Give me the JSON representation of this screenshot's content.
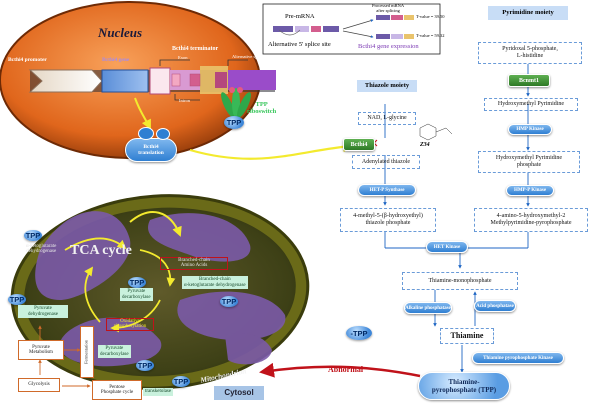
{
  "tpp": "TPP",
  "nucleus": {
    "label": "Nucleus",
    "promoter": "Bcthi4 promoter",
    "gene": "Bcthi4 gene",
    "terminator": "Bcthi4 terminator",
    "exon": "Exon",
    "intron": "Intron",
    "alt_splicing": "Alternative splicing",
    "riboswitch_1": "TPP",
    "riboswitch_2": "riboswitch",
    "translation_1": "Bcthi4",
    "translation_2": "translation"
  },
  "splicing": {
    "pre_mrna": "Pre-mRNA",
    "alt_5_site": "Alternative 5' splice site",
    "processed_1": "Processed mRNA",
    "processed_2": "after splicing",
    "t_value_1": "T-value = 39.50",
    "t_value_2": "T-value = 59.32",
    "gene_expression": "Bcthi4 gene expression"
  },
  "thiazole": {
    "header": "Thiazole moiety",
    "substrate": "NAD, L-glycine",
    "enzyme_thi4": "Bcthi4",
    "inhibitor": "Z34",
    "adenylated": "Adenylated thiazole",
    "enzyme_synthase": "HET-P Synthase",
    "product_1": "4-methyl-5-(β-hydroxyethyl)",
    "product_2": "thiazole phosphate"
  },
  "pyrimidine": {
    "header": "Pyrimidine moiety",
    "substrate_1": "Pyridoxal 5-phosphate,",
    "substrate_2": "L-histidine",
    "enzyme_nmt1": "Bcnmt1",
    "hmp": "Hydroxymethyl Pyrimidine",
    "enzyme_hmp_kinase": "HMP Kinase",
    "hmp_p_1": "Hydroxymethyl Pyrimidine",
    "hmp_p_2": "phosphate",
    "enzyme_hmp_p_kinase": "HMP-P Kinase",
    "product_1": "4-amino-5-hydroxymethyl-2",
    "product_2": "Methylpyrimidine-pyrophosphate"
  },
  "merge": {
    "enzyme_het_kinase": "HET Kinase",
    "tmp": "Thiamine-monophosphate",
    "enzyme_alkaline": "Alkaline phosphatase",
    "enzyme_acid": "Acid phosphatase",
    "thiamine": "Thiamine",
    "enzyme_tpk": "Thiamine pyrophosphate Kinase",
    "tpp_1": "Thiamine-",
    "tpp_2": "pyrophosphate (TPP)"
  },
  "mito": {
    "tca": "TCA cycle",
    "label": "Mitochondrion",
    "kgdh_1": "α-ketoglutarate",
    "kgdh_2": "dehydrogenase",
    "bcaa_1": "Branched-chain",
    "bcaa_2": "Amino Acids",
    "pdc_1": "Pyruvate",
    "pdc_2": "decarboxylase",
    "bckdh_1": "Branched-chain",
    "bckdh_2": "α-ketoglutarate dehydrogenase",
    "oxphos_1": "Oxidative",
    "oxphos_2": "phosphorylation"
  },
  "cytosol": {
    "label": "Cytosol",
    "minus_tpp": "-TPP",
    "abnormal": "Abnormal",
    "pdh_1": "Pyruvate",
    "pdh_2": "dehydrogenase",
    "pyruvate_met_1": "Pyruvate",
    "pyruvate_met_2": "Metabolism",
    "fermentation": "Fermentation",
    "pdc_1": "Pyruvate",
    "pdc_2": "decarboxylase",
    "glycolysis": "Glycolysis",
    "ppp_1": "Pentose",
    "ppp_2": "Phosphate cycle",
    "transketolase": "transketolase"
  }
}
